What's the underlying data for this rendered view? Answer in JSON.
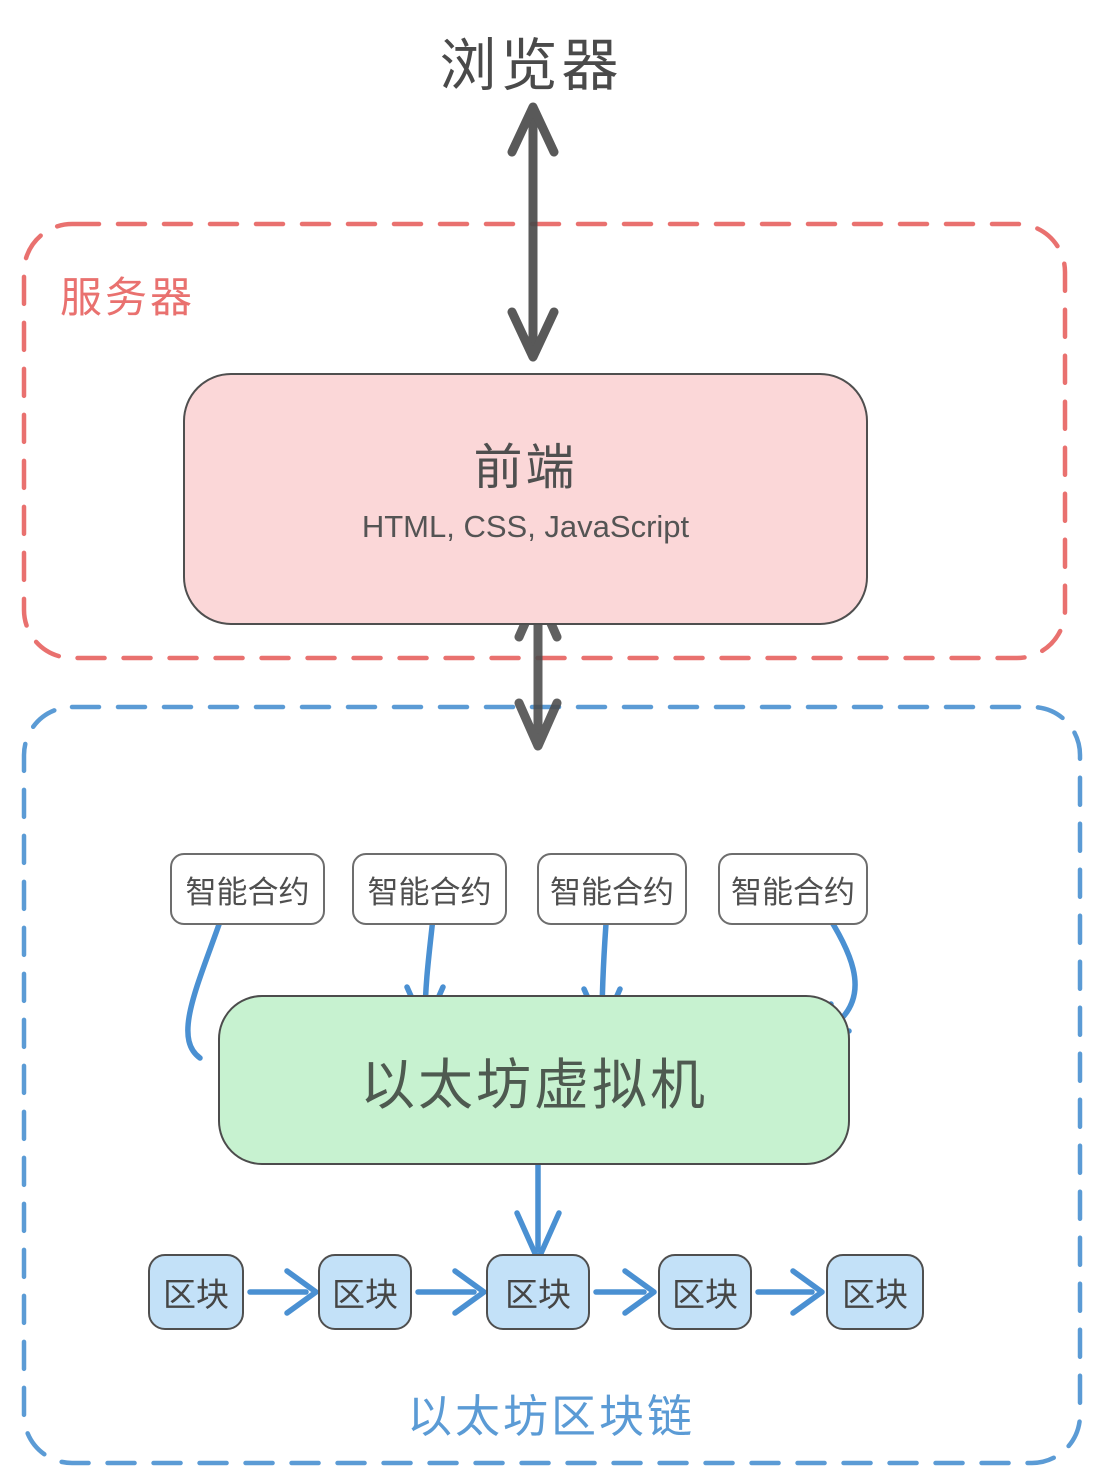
{
  "title": "浏览器",
  "colors": {
    "dark_arrow": "#4b4b4b",
    "red_dash": "#e9716f",
    "pink_fill": "#fbd7d8",
    "blue_dash": "#5b9bd5",
    "blue_arrow": "#4a90d2",
    "green_fill": "#c7f2d0",
    "block_fill": "#c3e1f8",
    "text_dark": "#4f4f4f"
  },
  "server_group": {
    "label": "服务器",
    "frontend": {
      "title": "前端",
      "subtitle": "HTML, CSS, JavaScript"
    }
  },
  "blockchain_group": {
    "label": "以太坊区块链",
    "contracts": [
      {
        "label": "智能合约"
      },
      {
        "label": "智能合约"
      },
      {
        "label": "智能合约"
      },
      {
        "label": "智能合约"
      }
    ],
    "evm": {
      "label": "以太坊虚拟机"
    },
    "blocks": [
      {
        "label": "区块"
      },
      {
        "label": "区块"
      },
      {
        "label": "区块"
      },
      {
        "label": "区块"
      },
      {
        "label": "区块"
      }
    ]
  }
}
